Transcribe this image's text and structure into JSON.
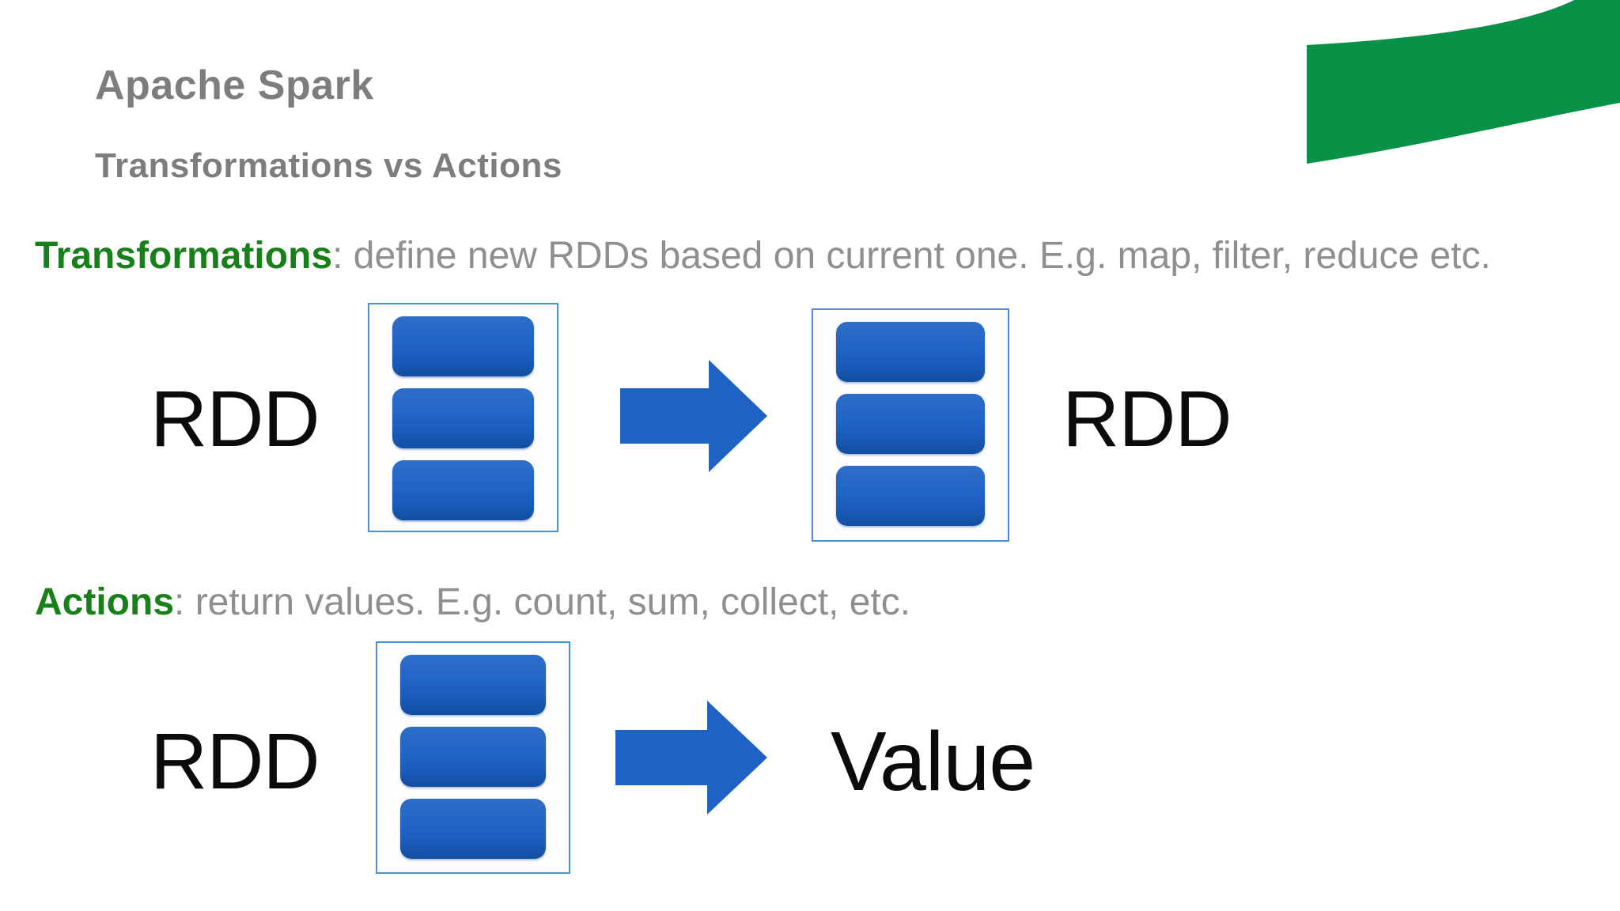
{
  "slide": {
    "title": "Apache Spark",
    "subtitle": "Transformations vs Actions"
  },
  "sections": {
    "transformations": {
      "keyword": "Transformations",
      "rest": ": define new RDDs based on current one. E.g. map, filter, reduce etc.",
      "input_label": "RDD",
      "output_label": "RDD",
      "partitions_per_rdd": 3
    },
    "actions": {
      "keyword": "Actions",
      "rest": ": return values. E.g. count, sum, collect, etc.",
      "input_label": "RDD",
      "output_label": "Value",
      "partitions_per_rdd": 3
    }
  },
  "colors": {
    "header_gray": "#7d7d7d",
    "body_gray": "#8f8f8f",
    "keyword_green": "#188018",
    "ribbon_green": "#0a9148",
    "partition_blue_top": "#2e6ec9",
    "partition_blue_bottom": "#124f9f",
    "box_border_blue": "#4a90d5",
    "arrow_blue": "#1d62c4",
    "label_black": "#0b0b0b"
  }
}
